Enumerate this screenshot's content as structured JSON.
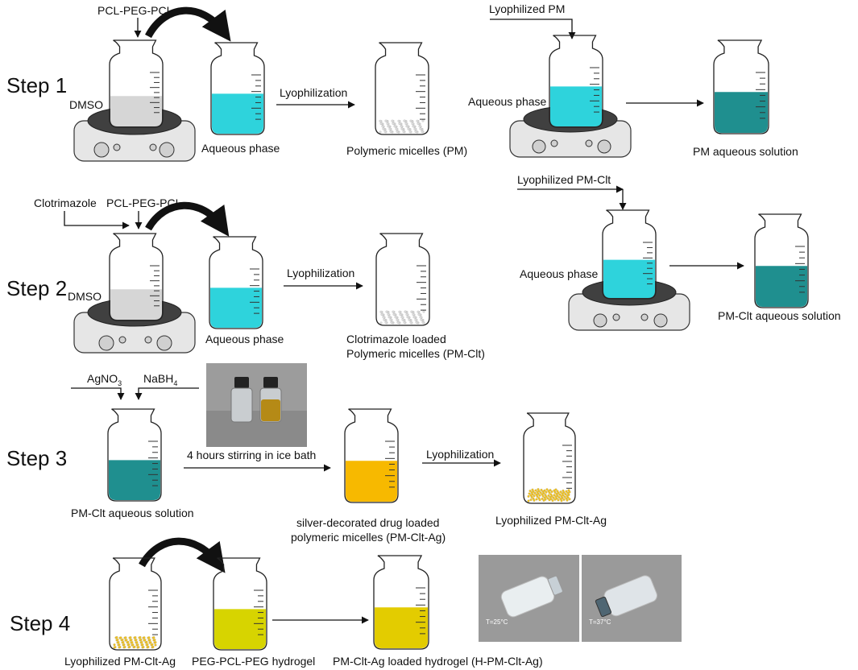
{
  "steps": {
    "s1": "Step 1",
    "s2": "Step 2",
    "s3": "Step 3",
    "s4": "Step 4"
  },
  "step1": {
    "polymer": "PCL-PEG-PCL",
    "solvent": "DMSO",
    "aqueous": "Aqueous phase",
    "process": "Lyophilization",
    "product": "Polymeric micelles (PM)",
    "reagent": "Lyophilized PM",
    "aqueous2": "Aqueous phase",
    "result": "PM aqueous solution"
  },
  "step2": {
    "drug": "Clotrimazole",
    "polymer": "PCL-PEG-PCL",
    "solvent": "DMSO",
    "aqueous": "Aqueous phase",
    "process": "Lyophilization",
    "product_line1": "Clotrimazole loaded",
    "product_line2": "Polymeric micelles (PM-Clt)",
    "reagent": "Lyophilized PM-Clt",
    "aqueous2": "Aqueous phase",
    "result": "PM-Clt aqueous solution"
  },
  "step3": {
    "reagent1_base": "AgNO",
    "reagent1_sub": "3",
    "reagent2_base": "NaBH",
    "reagent2_sub": "4",
    "start": "PM-Clt aqueous solution",
    "condition": "4 hours stirring in ice bath",
    "product_line1": "silver-decorated drug loaded",
    "product_line2": "polymeric micelles (PM-Clt-Ag)",
    "process": "Lyophilization",
    "result": "Lyophilized PM-Clt-Ag"
  },
  "step4": {
    "start": "Lyophilized PM-Clt-Ag",
    "hydrogel": "PEG-PCL-PEG hydrogel",
    "result": "PM-Clt-Ag loaded hydrogel (H-PM-Clt-Ag)",
    "photo_left_caption": "T=25°C",
    "photo_right_caption": "T=37°C"
  },
  "colors": {
    "cyan_liquid": "#2ed3dc",
    "teal_liquid": "#1f8f8f",
    "amber_liquid": "#f7b900",
    "yellow_liquid": "#d7d400",
    "gel_liquid": "#e3cc00",
    "grey_liquid": "#d6d6d6",
    "powder_white": "#dcdcdc",
    "powder_yellow": "#f2c21b",
    "stirrer_plate": "#404040",
    "stirrer_body": "#e6e6e6",
    "photo_bg": "#9a9a9a"
  }
}
